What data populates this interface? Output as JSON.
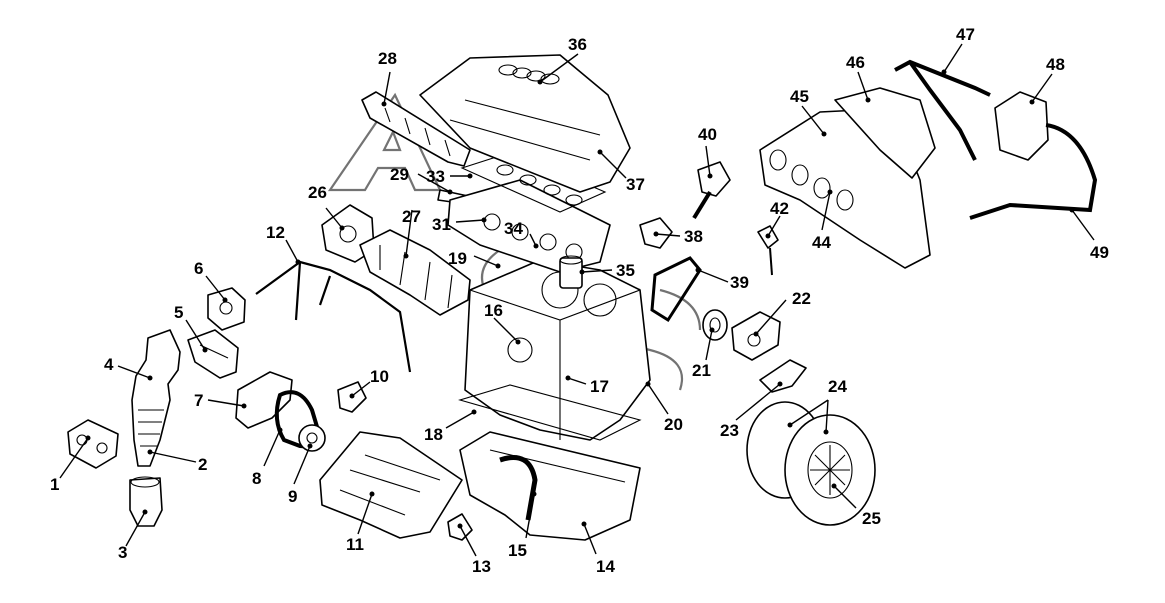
{
  "diagram": {
    "callouts": [
      {
        "id": "c1",
        "label": "1"
      },
      {
        "id": "c2",
        "label": "2"
      },
      {
        "id": "c3",
        "label": "3"
      },
      {
        "id": "c4",
        "label": "4"
      },
      {
        "id": "c5",
        "label": "5"
      },
      {
        "id": "c6",
        "label": "6"
      },
      {
        "id": "c7",
        "label": "7"
      },
      {
        "id": "c8",
        "label": "8"
      },
      {
        "id": "c9",
        "label": "9"
      },
      {
        "id": "c10",
        "label": "10"
      },
      {
        "id": "c11",
        "label": "11"
      },
      {
        "id": "c12",
        "label": "12"
      },
      {
        "id": "c13",
        "label": "13"
      },
      {
        "id": "c14",
        "label": "14"
      },
      {
        "id": "c15",
        "label": "15"
      },
      {
        "id": "c16",
        "label": "16"
      },
      {
        "id": "c17",
        "label": "17"
      },
      {
        "id": "c18",
        "label": "18"
      },
      {
        "id": "c19",
        "label": "19"
      },
      {
        "id": "c20",
        "label": "20"
      },
      {
        "id": "c21",
        "label": "21"
      },
      {
        "id": "c22",
        "label": "22"
      },
      {
        "id": "c23",
        "label": "23"
      },
      {
        "id": "c24",
        "label": "24"
      },
      {
        "id": "c25",
        "label": "25"
      },
      {
        "id": "c26",
        "label": "26"
      },
      {
        "id": "c27",
        "label": "27"
      },
      {
        "id": "c28",
        "label": "28"
      },
      {
        "id": "c29",
        "label": "29"
      },
      {
        "id": "c31",
        "label": "31"
      },
      {
        "id": "c33",
        "label": "33"
      },
      {
        "id": "c34",
        "label": "34"
      },
      {
        "id": "c35",
        "label": "35"
      },
      {
        "id": "c36",
        "label": "36"
      },
      {
        "id": "c37",
        "label": "37"
      },
      {
        "id": "c38",
        "label": "38"
      },
      {
        "id": "c39",
        "label": "39"
      },
      {
        "id": "c40",
        "label": "40"
      },
      {
        "id": "c42",
        "label": "42"
      },
      {
        "id": "c44",
        "label": "44"
      },
      {
        "id": "c45",
        "label": "45"
      },
      {
        "id": "c46",
        "label": "46"
      },
      {
        "id": "c47",
        "label": "47"
      },
      {
        "id": "c48",
        "label": "48"
      },
      {
        "id": "c49",
        "label": "49"
      }
    ]
  }
}
